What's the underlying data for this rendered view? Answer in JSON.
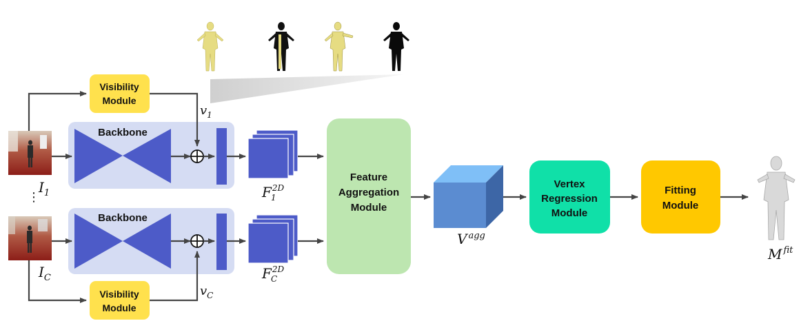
{
  "modules": {
    "visibility_top": [
      "Visibility",
      "Module"
    ],
    "visibility_bottom": [
      "Visibility",
      "Module"
    ],
    "backbone_top": "Backbone",
    "backbone_bottom": "Backbone",
    "feature_aggregation": [
      "Feature",
      "Aggregation",
      "Module"
    ],
    "vertex_regression": [
      "Vertex",
      "Regression",
      "Module"
    ],
    "fitting": [
      "Fitting",
      "Module"
    ]
  },
  "symbols": {
    "v1": {
      "base": "v",
      "sub": "1"
    },
    "vC": {
      "base": "v",
      "sub": "C"
    },
    "I1": {
      "base": "I",
      "sub": "1"
    },
    "IC": {
      "base": "I",
      "sub": "C"
    },
    "F1": {
      "base": "F",
      "sub": "1",
      "sup": "2D"
    },
    "FC": {
      "base": "F",
      "sub": "C",
      "sup": "2D"
    },
    "Vagg": {
      "base": "V",
      "sup": "agg"
    },
    "Mfit": {
      "base": "M",
      "sup": "fit"
    },
    "ellipsis": "⋮"
  },
  "colors": {
    "visibility": "#FFE14D",
    "backbone_panel": "#D5DCF3",
    "backbone_shape": "#4D5BC8",
    "feature_aggregation": "#BDE6B0",
    "vertex_regression": "#10E0A8",
    "fitting": "#FFC800",
    "cube_top": "#7FBFF7",
    "cube_front": "#5B8CD1",
    "cube_side": "#3D66A6",
    "arrow": "#444444"
  }
}
